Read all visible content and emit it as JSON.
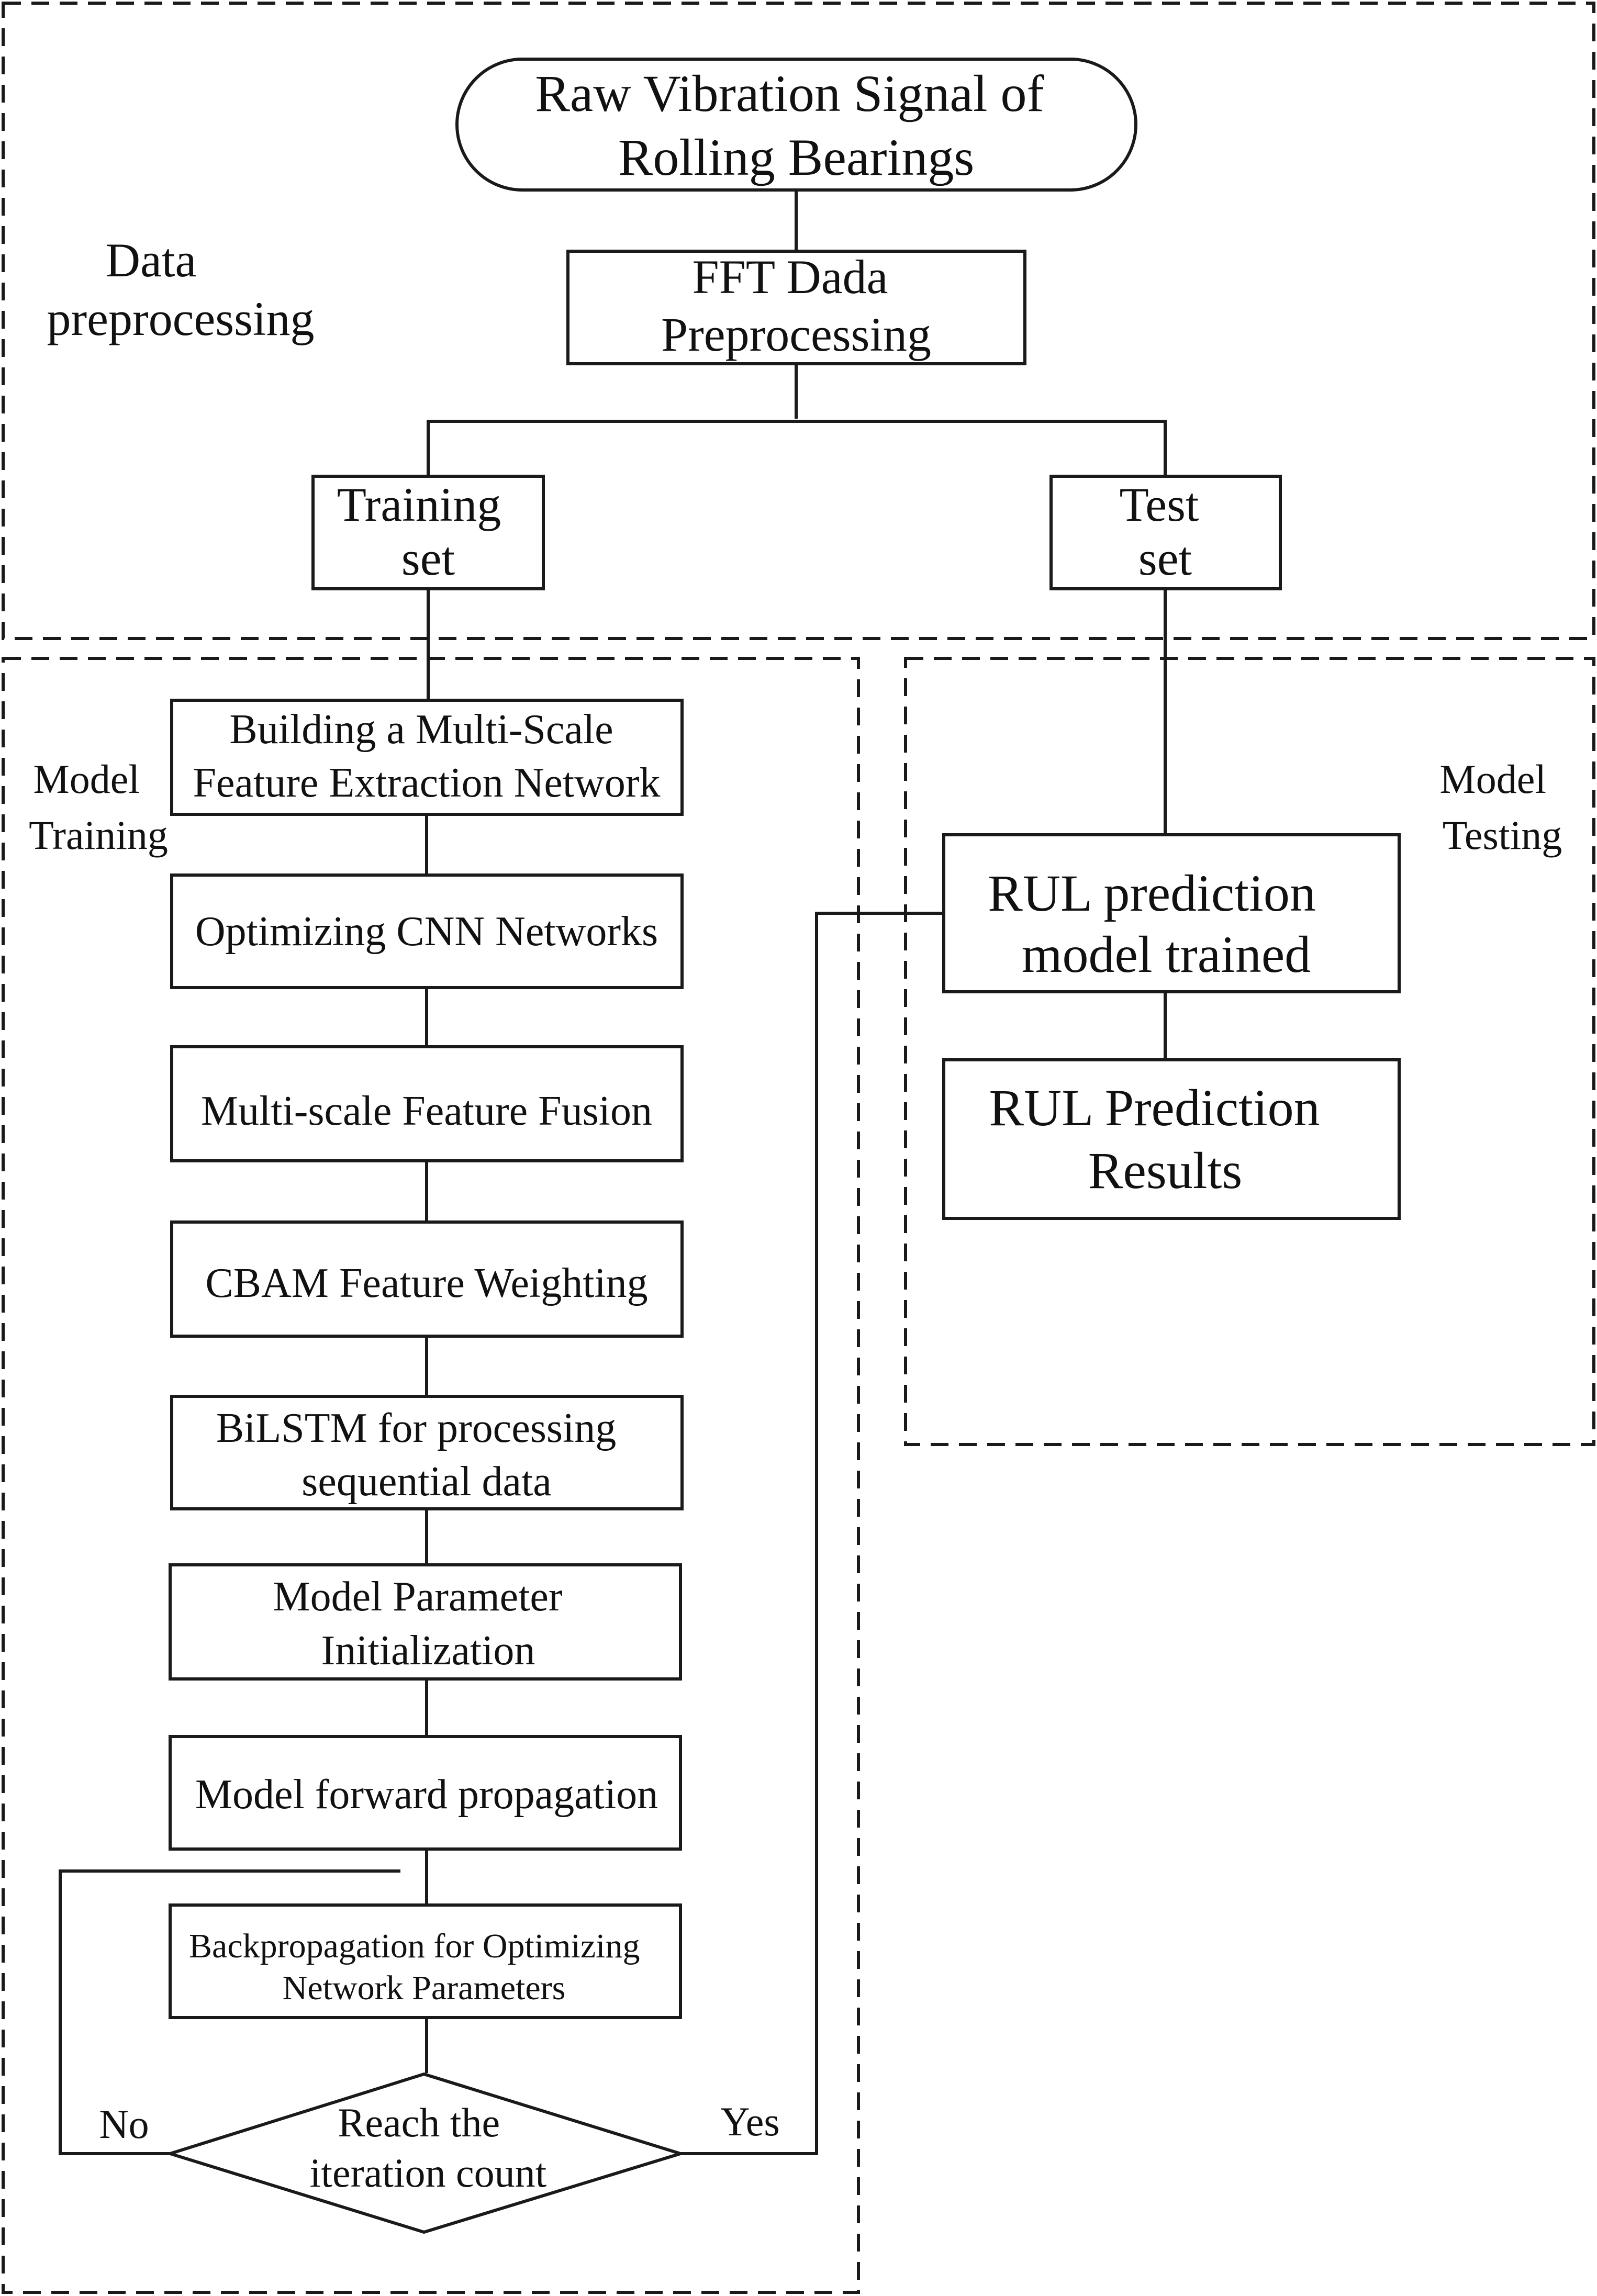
{
  "regions": {
    "data_preprocessing": [
      "Data",
      "preprocessing"
    ],
    "model_training": [
      "Model",
      "Training"
    ],
    "model_testing": [
      "Model",
      "Testing"
    ]
  },
  "nodes": {
    "raw_signal": [
      "Raw Vibration Signal of",
      "Rolling Bearings"
    ],
    "fft": [
      "FFT Dada",
      "Preprocessing"
    ],
    "training_set": [
      "Training",
      "set"
    ],
    "test_set": [
      "Test",
      "set"
    ],
    "multiscale_net": [
      "Building a Multi-Scale",
      "Feature Extraction Network"
    ],
    "optimizing_cnn": [
      "Optimizing CNN Networks"
    ],
    "feature_fusion": [
      "Multi-scale Feature Fusion"
    ],
    "cbam": [
      "CBAM Feature Weighting"
    ],
    "bilstm": [
      "BiLSTM for processing",
      "sequential data"
    ],
    "param_init": [
      "Model Parameter",
      "Initialization"
    ],
    "forward_prop": [
      "Model forward propagation"
    ],
    "backprop": [
      "Backpropagation for Optimizing",
      "Network Parameters"
    ],
    "decision": [
      "Reach the",
      "iteration count"
    ],
    "rul_model": [
      "RUL prediction",
      "model trained"
    ],
    "rul_results": [
      "RUL Prediction",
      "Results"
    ]
  },
  "edge_labels": {
    "no": "No",
    "yes": "Yes"
  }
}
